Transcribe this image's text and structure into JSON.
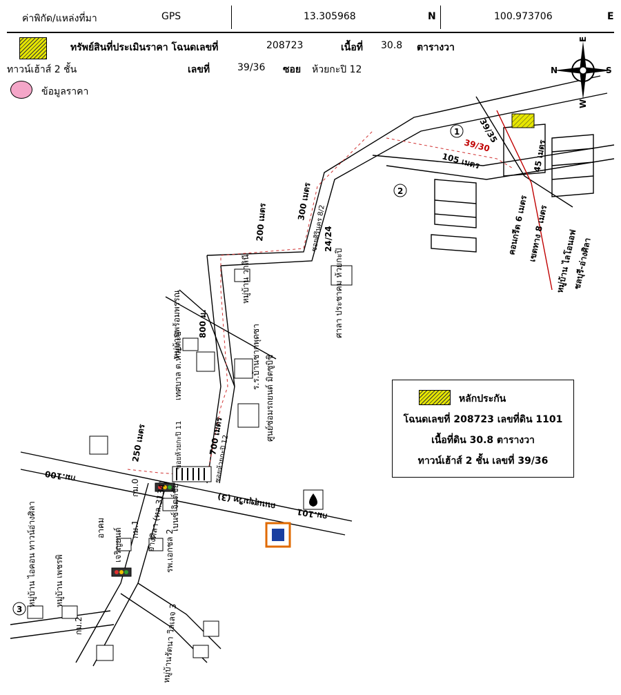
{
  "header": {
    "coord_label": "ค่าพิกัด/แหล่งที่มา",
    "source": "GPS",
    "latitude": "13.305968",
    "lat_dir": "N",
    "longitude": "100.973706",
    "lon_dir": "E"
  },
  "property": {
    "label": "ทรัพย์สินที่ประเมินราคา โฉนดเลขที่",
    "deed_no": "208723",
    "area_label": "เนื้อที่",
    "area_value": "30.8",
    "area_unit": "ตารางวา",
    "type": "ทาวน์เฮ้าส์ 2 ชั้น",
    "house_no_label": "เลขที่",
    "house_no": "39/36",
    "soi_label": "ซอย",
    "soi_value": "ห้วยกะปิ 12",
    "price_info_label": "ข้อมูลราคา"
  },
  "legend": {
    "title": "หลักประกัน",
    "line1": "โฉนดเลขที่ 208723 เลขที่ดิน 1101",
    "line2": "เนื้อที่ดิน 30.8 ตารางวา",
    "line3": "ทาวน์เฮ้าส์ 2 ชั้น เลขที่ 39/36"
  },
  "compass": {
    "n": "N",
    "e": "E",
    "s": "S",
    "w": "W"
  },
  "map_labels": {
    "plot_3935": "39/35",
    "plot_3930": "39/30",
    "dist_105": "105 เมตร",
    "dist_45": "45 เมตร",
    "dist_300": "300 เมตร",
    "dist_200": "200 เมตร",
    "dist_800": "800 ม.",
    "dist_700": "700 เมตร",
    "dist_250": "250 เมตร",
    "soi_2424": "24/24",
    "soi_sirinakorn": "ซอยศิรินคร 8/2",
    "soi_huai_11": "ซอยห้วยกะปิ 11",
    "soi_huai_12": "ซอยห้วยกะปิ 12",
    "concrete": "คอนกรีต 6 เมตร",
    "reserve": "เขตทาง 8 เมตร",
    "village_lio": "หมู่บ้าน ไลโอนอฟ",
    "chonburi_angsila": "ชลบุรี-อ่างศิลา",
    "village_walini": "หมู่บ้าน วาลินี",
    "village_prompon": "หมู่บ้านพร้อมพรรณ",
    "sala": "ศาลา ประชาคม ห้วยกะปิ",
    "municipality": "เทศบาล ต.ห้วยกะปิ",
    "school": "ร.ร.บ้านชากพุดซา",
    "mitsu": "ศูนย์ซ่อมรถยนต์ มิตซูบิชิ",
    "km100": "กม.100",
    "km101": "กม.101",
    "km0": "กม.0",
    "km1": "กม.1",
    "km2": "กม.2",
    "hwy3": "ถนนสุขุมวิท (3)",
    "ang_sila_road": "อ่างศิลา (ทล.3134)",
    "hospital": "รพ.เอกชล 2",
    "jaroen": "เจริญยนต์",
    "atom": "อาคม",
    "benz": "เบนซ์ จิตต์ชัย",
    "village_icon": "หมู่บ้าน ไอคอน ทาวน์อ่างศิลา",
    "village_pattaya": "หมู่บ้าน เพชรพิ",
    "village_rattana": "หมู่บ้านรัตนา วิลเลจ 3",
    "marker1": "1",
    "marker2": "2",
    "marker3": "3"
  }
}
